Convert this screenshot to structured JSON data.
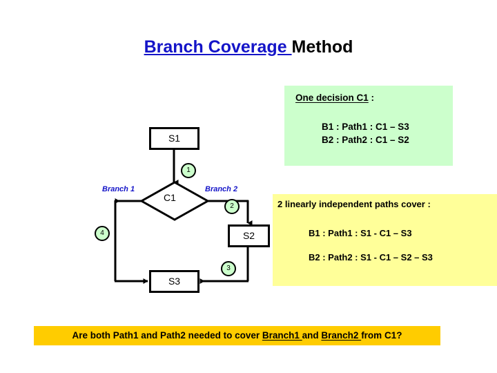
{
  "title": {
    "highlighted": "Branch Coverage ",
    "rest": "Method"
  },
  "green_callout": {
    "heading_underlined": "One decision C1",
    "heading_suffix": " :",
    "lines": [
      "B1 : Path1 : C1 – S3",
      "B2 : Path2 : C1 – S2"
    ],
    "background": "#CCFFCC"
  },
  "yellow_callout": {
    "heading": "2 linearly independent paths cover :",
    "lines": [
      "B1 : Path1 : S1 - C1 – S3",
      "B2 : Path2 : S1 - C1 – S2 – S3"
    ],
    "background": "#FFFF99"
  },
  "banner": {
    "prefix": "Are both Path1 and Path2 needed to cover ",
    "link1": "Branch1 ",
    "mid": "and ",
    "link2": "Branch2 ",
    "suffix": "from C1?",
    "background": "#FFCC00"
  },
  "diagram": {
    "nodes": [
      {
        "id": "S1",
        "label": "S1",
        "shape": "rect"
      },
      {
        "id": "C1",
        "label": "C1",
        "shape": "diamond"
      },
      {
        "id": "S2",
        "label": "S2",
        "shape": "rect"
      },
      {
        "id": "S3",
        "label": "S3",
        "shape": "rect"
      }
    ],
    "branch_labels": [
      {
        "id": "branch1",
        "label": "Branch 1",
        "color": "#1414C8"
      },
      {
        "id": "branch2",
        "label": "Branch 2",
        "color": "#1414C8"
      }
    ],
    "edge_markers": [
      {
        "id": "m1",
        "label": "1"
      },
      {
        "id": "m2",
        "label": "2"
      },
      {
        "id": "m3",
        "label": "3"
      },
      {
        "id": "m4",
        "label": "4"
      }
    ],
    "marker_fill": "#CCFFCC",
    "line_color": "#000000"
  }
}
